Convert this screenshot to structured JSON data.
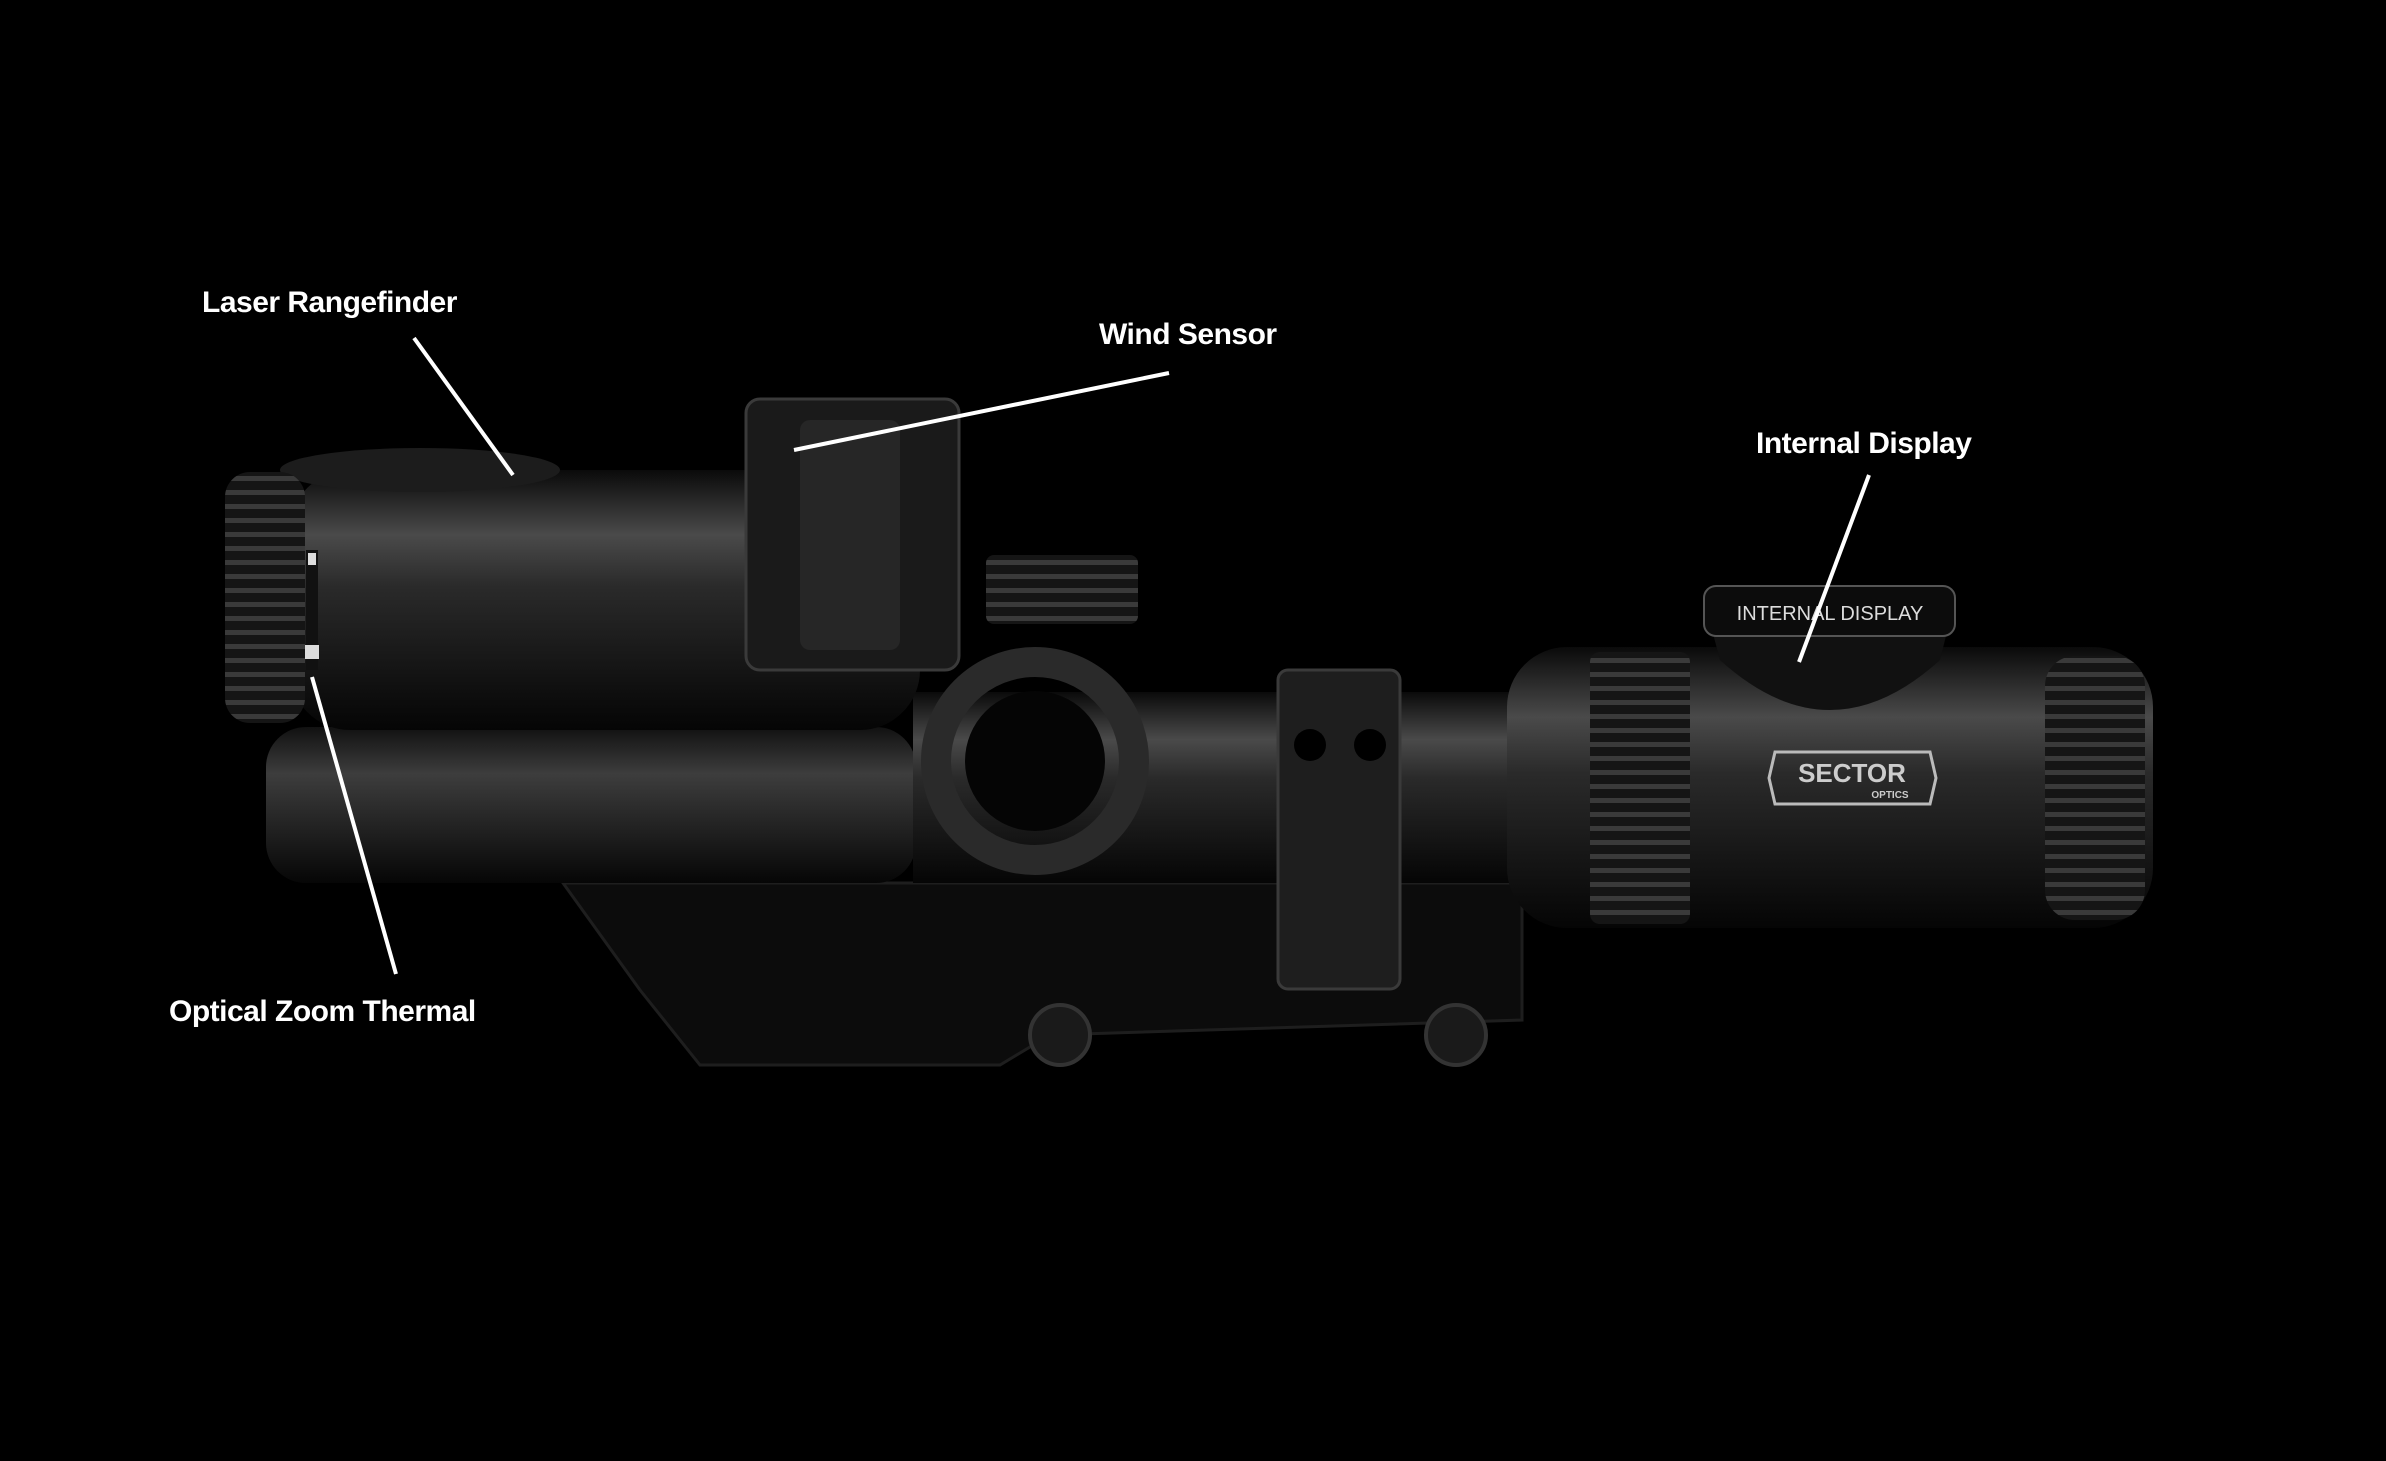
{
  "labels": {
    "laser_rangefinder": "Laser Rangefinder",
    "wind_sensor": "Wind Sensor",
    "internal_display": "Internal Display",
    "optical_zoom_thermal": "Optical Zoom Thermal"
  },
  "product_markings": {
    "display_ring_text": "INTERNAL DISPLAY",
    "brand": "SECTOR",
    "brand_sub": "OPTICS"
  },
  "colors": {
    "background": "#000000",
    "label_text": "#ffffff",
    "leader_line": "#ffffff"
  }
}
